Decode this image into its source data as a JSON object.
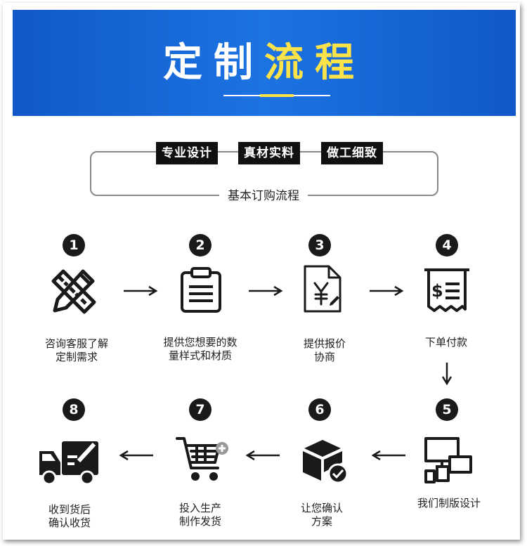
{
  "banner": {
    "title_part1": "定制",
    "title_part2": "流程"
  },
  "tags": [
    "专业设计",
    "真材实料",
    "做工细致"
  ],
  "subtitle": "基本订购流程",
  "steps": [
    {
      "num": "1",
      "line1": "咨询客服了解",
      "line2": "定制需求",
      "icon": "ruler-pencil-icon"
    },
    {
      "num": "2",
      "line1": "提供您想要的数",
      "line2": "量样式和材质",
      "icon": "clipboard-icon"
    },
    {
      "num": "3",
      "line1": "提供报价",
      "line2": "协商",
      "icon": "yuan-document-icon"
    },
    {
      "num": "4",
      "line1": "下单付款",
      "line2": "",
      "icon": "receipt-icon"
    },
    {
      "num": "5",
      "line1": "我们制版设计",
      "line2": "",
      "icon": "monitor-devices-icon"
    },
    {
      "num": "6",
      "line1": "让您确认",
      "line2": "方案",
      "icon": "box-check-icon"
    },
    {
      "num": "7",
      "line1": "投入生产",
      "line2": "制作发货",
      "icon": "cart-add-icon"
    },
    {
      "num": "8",
      "line1": "收到货后",
      "line2": "确认收货",
      "icon": "delivery-truck-icon"
    }
  ],
  "colors": {
    "banner_blue": "#1c73e2",
    "highlight_yellow": "#fde34a",
    "dark": "#1a1a1a"
  }
}
